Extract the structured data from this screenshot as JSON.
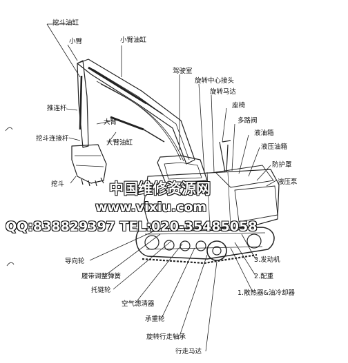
{
  "labels": {
    "bucket_cylinder": "挖斗油缸",
    "arm": "小臂",
    "arm_cylinder": "小臂油缸",
    "cab": "驾驶室",
    "swivel_joint": "旋转中心接头",
    "swing_motor": "旋转马达",
    "seat": "座椅",
    "control_valve": "多路阀",
    "hydraulic_tank": "液油箱",
    "hydraulic_pump": "液压油箱",
    "guard": "防护罩",
    "counterweight_cover": "液压泵",
    "linkage_rod": "推连杆",
    "bucket_link": "挖斗连接杆",
    "boom": "大臂",
    "boom_cylinder": "大臂油缸",
    "bucket": "挖斗",
    "idler": "导向轮",
    "track_adjuster": "履带调整弹簧",
    "sprocket": "托链轮",
    "air_filter": "空气滤清器",
    "roller": "承重轮",
    "swing_bearing": "旋转行走轴承",
    "travel_motor": "行走马达",
    "engine": "3.发动机",
    "counterweight": "2.配重",
    "radiator": "1.散热器&油冷却器"
  },
  "watermark": {
    "line1": "中国维修资源网",
    "line2": "www.vixiu.com",
    "line3": "QQ:838829397 TEL:020-35485058"
  }
}
